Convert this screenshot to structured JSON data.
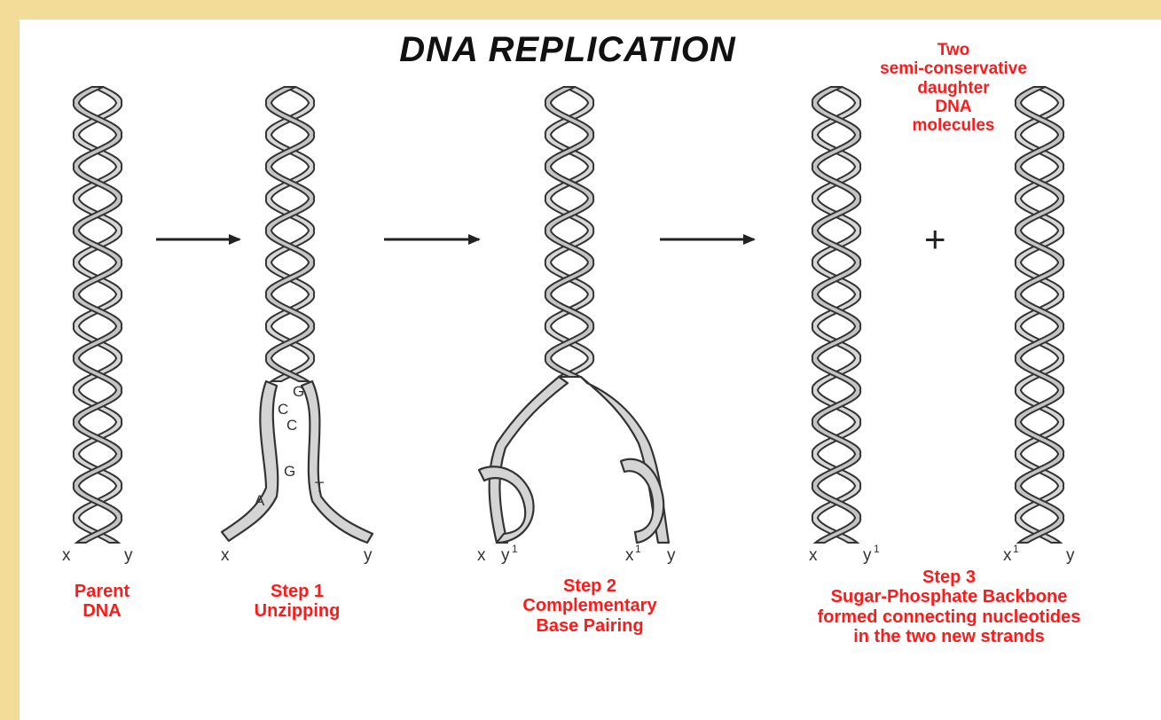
{
  "title": "DNA REPLICATION",
  "colors": {
    "frame": "#f3dc98",
    "accent_red": "#ff1a1a",
    "strand_fill": "#d4d4d4",
    "strand_line": "#333333"
  },
  "stages": {
    "parent": {
      "lines": [
        "Parent",
        "DNA"
      ],
      "x": "x",
      "y": "y"
    },
    "step1": {
      "lines": [
        "Step 1",
        "Unzipping"
      ],
      "x": "x",
      "y": "y",
      "bases": [
        "G",
        "C",
        "C",
        "G",
        "A",
        "T"
      ]
    },
    "step2": {
      "lines": [
        "Step 2",
        "Complementary",
        "Base Pairing"
      ],
      "x": "x",
      "y1": "y",
      "x1": "x",
      "y": "y",
      "sup": "1"
    },
    "step3": {
      "lines": [
        "Step 3",
        "Sugar-Phosphate Backbone",
        "formed connecting nucleotides",
        "in the two new strands"
      ],
      "x": "x",
      "y1": "y",
      "x1": "x",
      "y": "y",
      "sup": "1"
    }
  },
  "daughter_note": {
    "lines": [
      "Two",
      "semi-conservative",
      "daughter",
      "DNA",
      "molecules"
    ]
  },
  "plus": "+"
}
